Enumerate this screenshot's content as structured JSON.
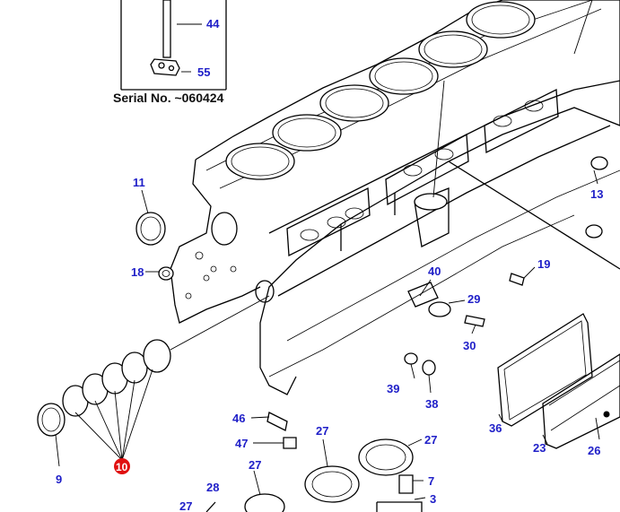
{
  "serial_note": "Serial No. ~060424",
  "callouts": {
    "c44": "44",
    "c55": "55",
    "c11": "11",
    "c13": "13",
    "c18": "18",
    "c19": "19",
    "c40": "40",
    "c29": "29",
    "c30": "30",
    "c39": "39",
    "c38": "38",
    "c36": "36",
    "c23": "23",
    "c26": "26",
    "c46": "46",
    "c47": "47",
    "c27a": "27",
    "c27b": "27",
    "c27c": "27",
    "c27d": "27",
    "c28": "28",
    "c7": "7",
    "c3": "3",
    "c9": "9",
    "c10": "10"
  },
  "colors": {
    "callout": "#1f1fc8",
    "highlight_badge": "#e01010",
    "line": "#000000"
  }
}
